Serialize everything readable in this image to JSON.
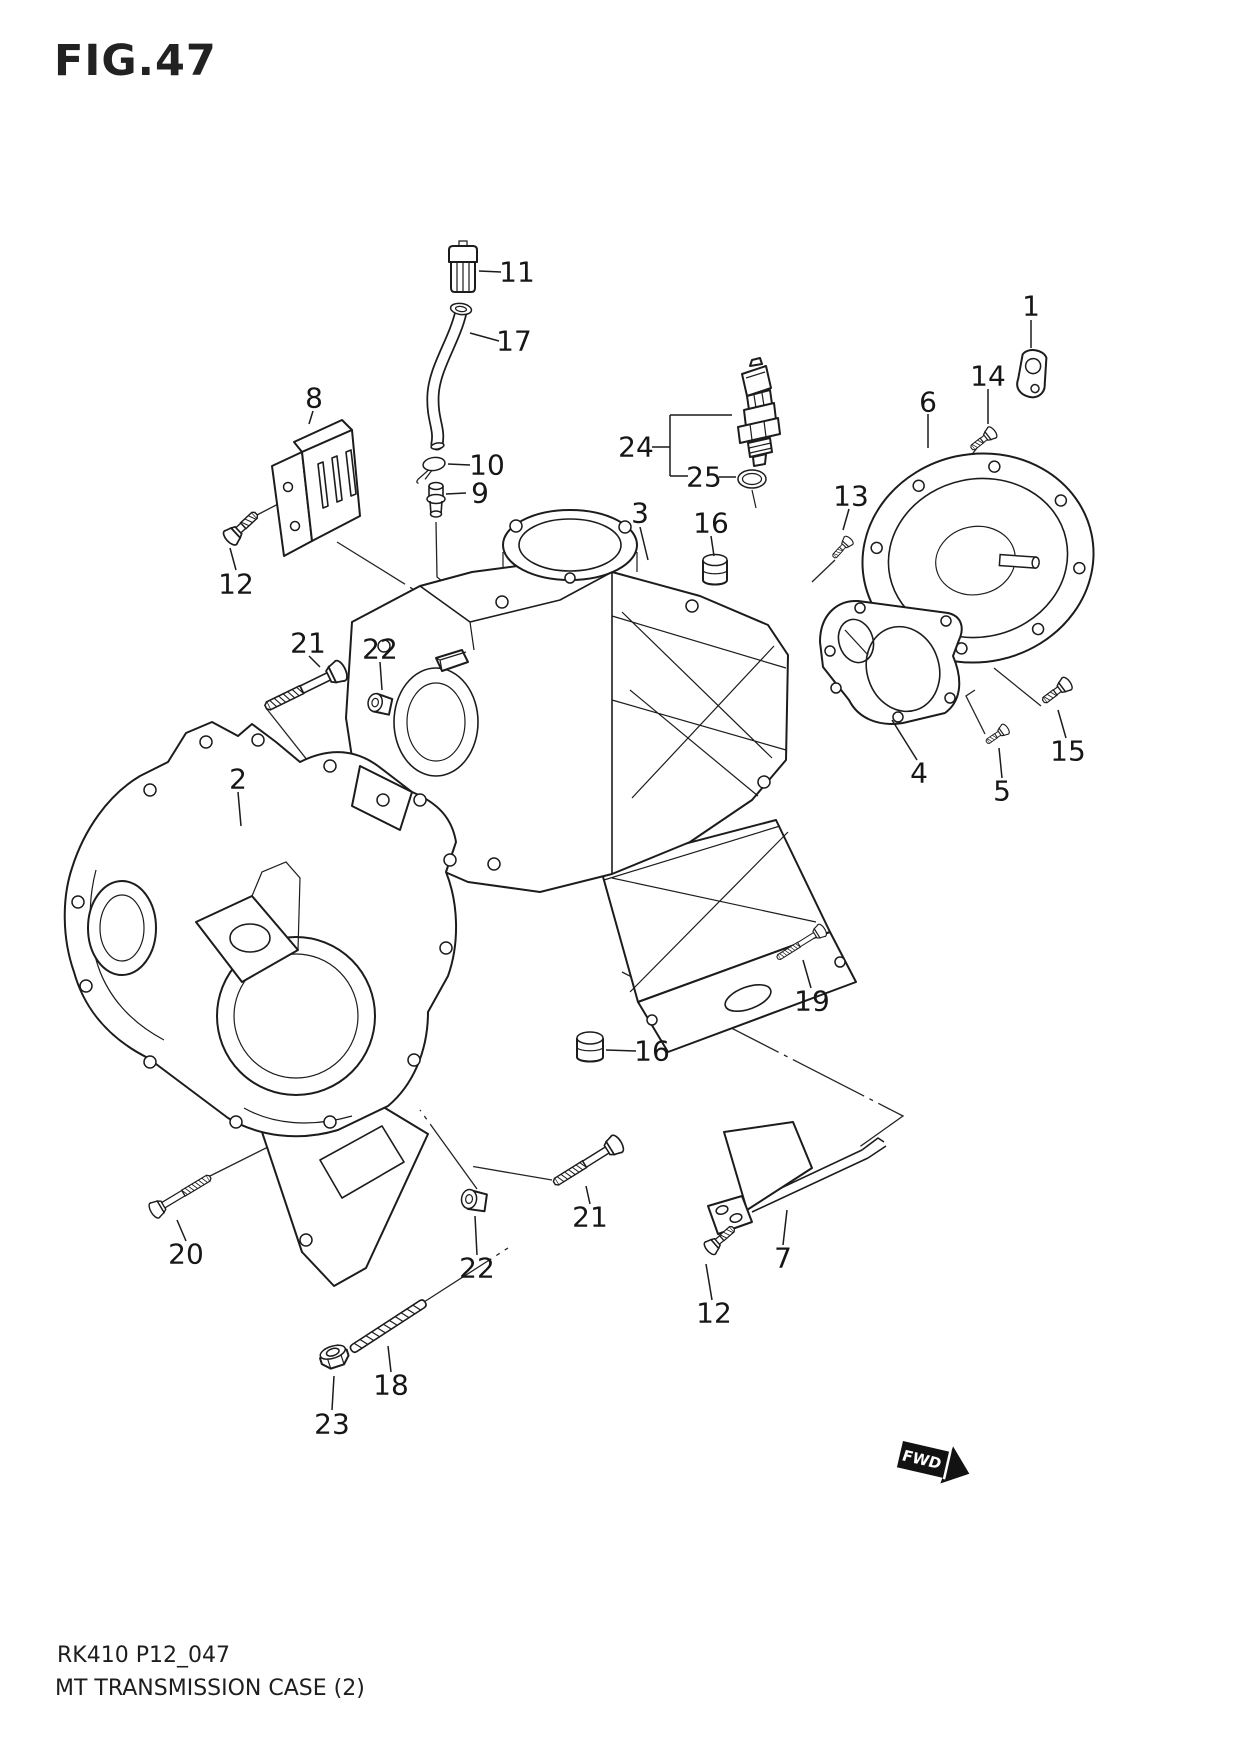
{
  "figure": {
    "title": "FIG.47"
  },
  "footer": {
    "code": "RK410 P12_047",
    "caption": "MT TRANSMISSION CASE (2)"
  },
  "direction_marker": {
    "label": "FWD"
  },
  "callouts": {
    "c1": "1",
    "c2": "2",
    "c3": "3",
    "c4": "4",
    "c5": "5",
    "c6": "6",
    "c7": "7",
    "c8": "8",
    "c9": "9",
    "c10": "10",
    "c11": "11",
    "c12a": "12",
    "c12b": "12",
    "c13": "13",
    "c14": "14",
    "c15": "15",
    "c16a": "16",
    "c16b": "16",
    "c17": "17",
    "c18": "18",
    "c19": "19",
    "c20": "20",
    "c21a": "21",
    "c21b": "21",
    "c22a": "22",
    "c22b": "22",
    "c23": "23",
    "c24": "24",
    "c25": "25"
  }
}
